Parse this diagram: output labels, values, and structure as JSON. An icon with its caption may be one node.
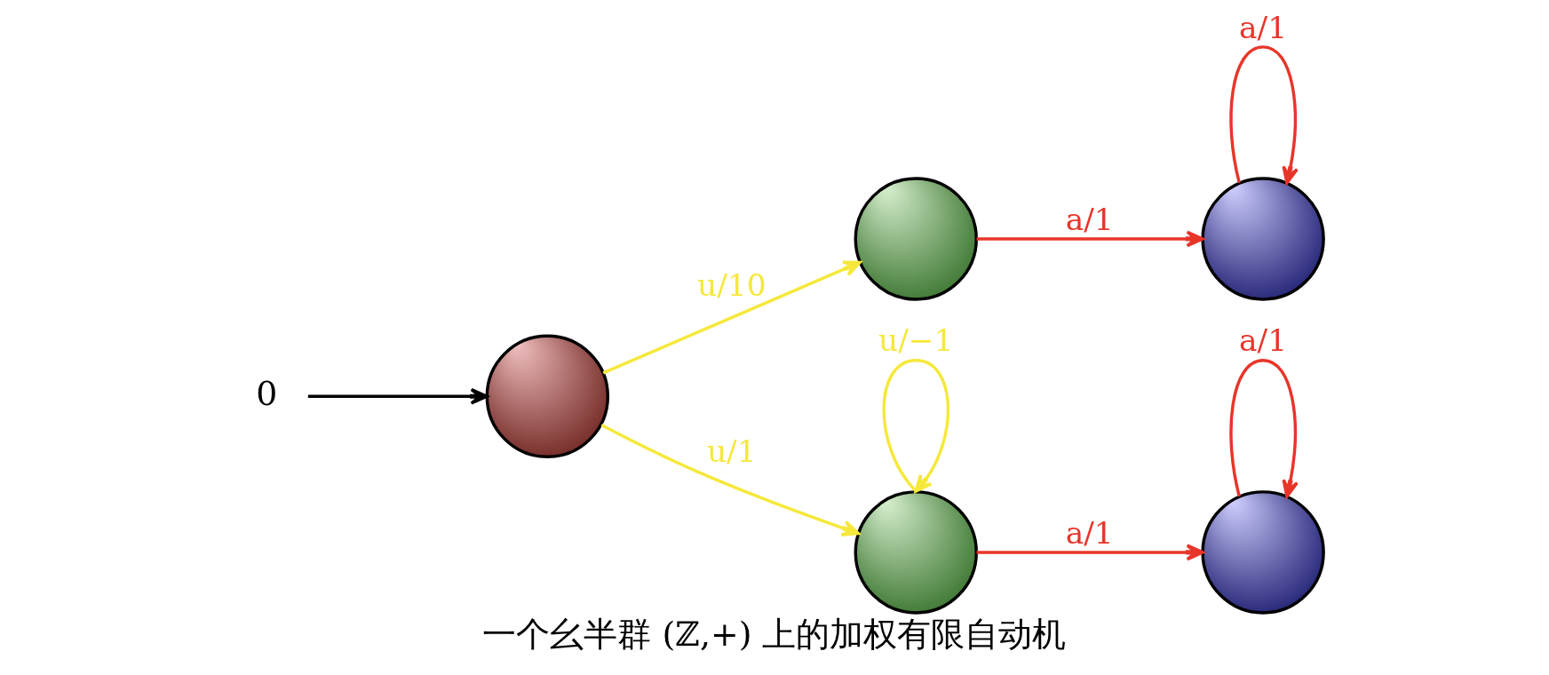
{
  "diagram": {
    "caption": "一个幺半群 (ℤ,+) 上的加权有限自动机",
    "nodes": [
      {
        "text": [
          "0"
        ]
      },
      {
        "text": [],
        "shape": "circle"
      },
      {
        "text": [],
        "shape": "circle"
      },
      {
        "text": [],
        "shape": "circle"
      },
      {
        "text": [],
        "shape": "circle"
      },
      {
        "text": [],
        "shape": "circle"
      }
    ],
    "edges": [
      {
        "from": 0,
        "to": 1,
        "arrow": "to",
        "color": "#000000"
      },
      {
        "from": 1,
        "to": 2,
        "arrow": "to",
        "label": "u/10",
        "color": "#f5e83a"
      },
      {
        "from": 2,
        "to": 3,
        "arrow": "to",
        "label": "a/1",
        "color": "#e8352a"
      },
      {
        "from": 3,
        "to": 3,
        "arrow": "to",
        "label": "a/1",
        "color": "#e8352a"
      },
      {
        "from": 4,
        "to": 4,
        "arrow": "to",
        "label": "u/−1",
        "color": "#f5e83a"
      },
      {
        "from": 1,
        "to": 4,
        "arrow": "to",
        "label": "u/1",
        "color": "#f5e83a"
      },
      {
        "from": 4,
        "to": 5,
        "arrow": "to",
        "label": "a/1",
        "color": "#e8352a"
      },
      {
        "from": 5,
        "to": 5,
        "arrow": "to",
        "label": "a/1",
        "color": "#e8352a"
      }
    ]
  }
}
